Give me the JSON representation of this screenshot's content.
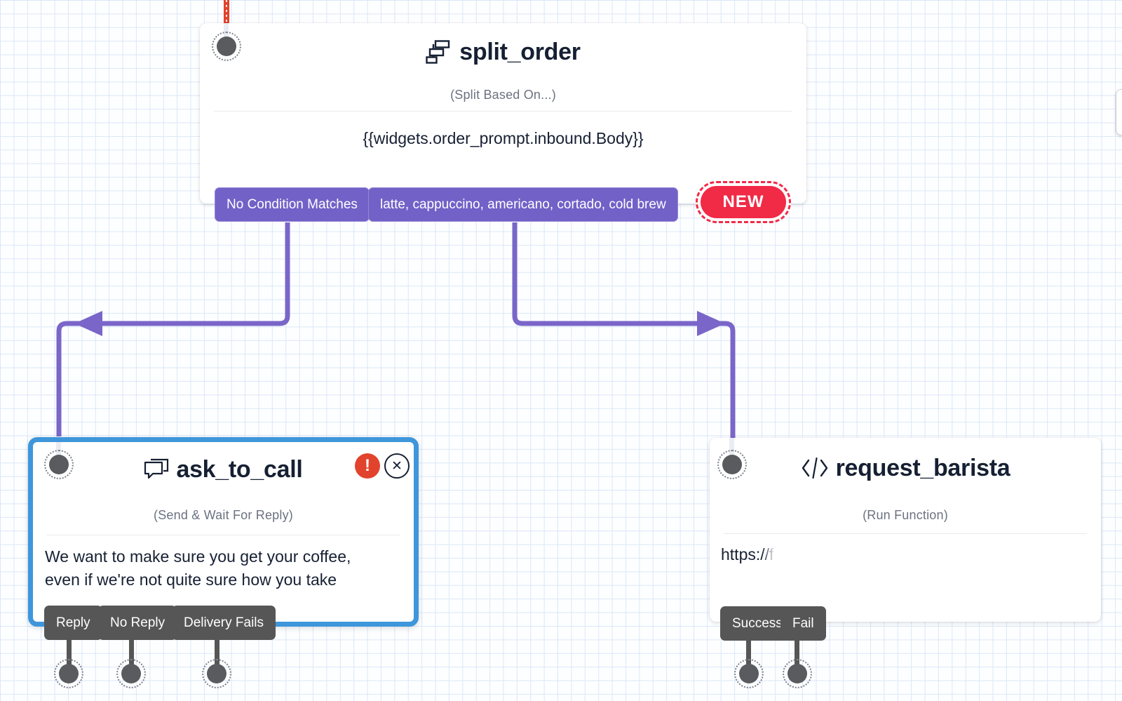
{
  "colors": {
    "connector_purple": "#7a66c9",
    "transition_purple": "#7261c7",
    "transition_gray": "#565656",
    "selected_blue": "#3e96db",
    "error_red": "#e2432c",
    "new_red": "#f12a46",
    "ink": "#162033",
    "grid_blue": "#dbe7f8"
  },
  "widgets": {
    "split_order": {
      "icon": "split-icon",
      "title": "split_order",
      "subtitle": "(Split Based On...)",
      "body": "{{widgets.order_prompt.inbound.Body}}",
      "transitions": [
        "No Condition Matches",
        "latte, cappuccino, americano, cortado, cold brew"
      ],
      "new_button_label": "NEW"
    },
    "ask_to_call": {
      "icon": "chat-bubbles-icon",
      "title": "ask_to_call",
      "subtitle": "(Send & Wait For Reply)",
      "body_line1": "We want to make sure you get your coffee,",
      "body_line2": "even if we're not quite sure how you take",
      "error_badge": "!",
      "close_label": "✕",
      "transitions": [
        "Reply",
        "No Reply",
        "Delivery Fails"
      ]
    },
    "request_barista": {
      "icon": "code-icon",
      "title": "request_barista",
      "subtitle": "(Run Function)",
      "body": "https://f",
      "transitions": [
        "Success",
        "Fail"
      ]
    }
  }
}
